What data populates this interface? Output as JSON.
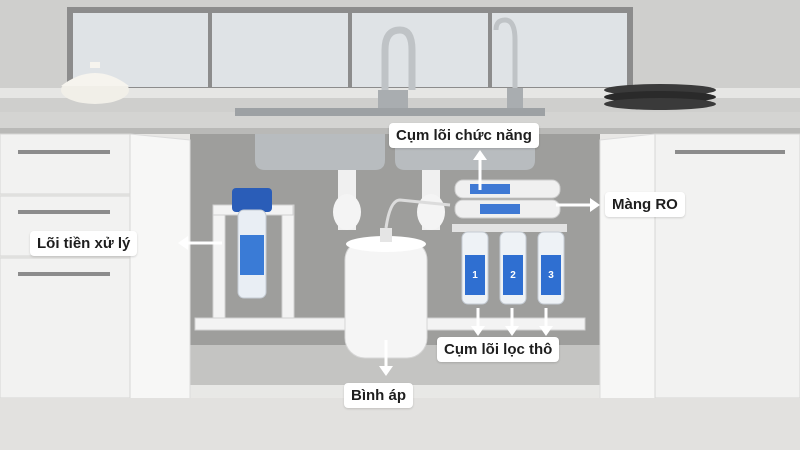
{
  "labels": {
    "functional_cores": "Cụm lõi chức năng",
    "ro_membrane": "Màng RO",
    "pre_filter": "Lõi tiền xử lý",
    "coarse_filters": "Cụm lõi lọc thô",
    "pressure_tank": "Bình áp"
  },
  "filter_numbers": [
    "1",
    "2",
    "3"
  ],
  "colors": {
    "label_bg": "#ffffff",
    "label_text": "#1e1e1e",
    "arrow": "#ffffff",
    "filter_blue": "#2f6fd1",
    "cabinet": "#f2f2f1",
    "wall": "#a8a8a6"
  }
}
